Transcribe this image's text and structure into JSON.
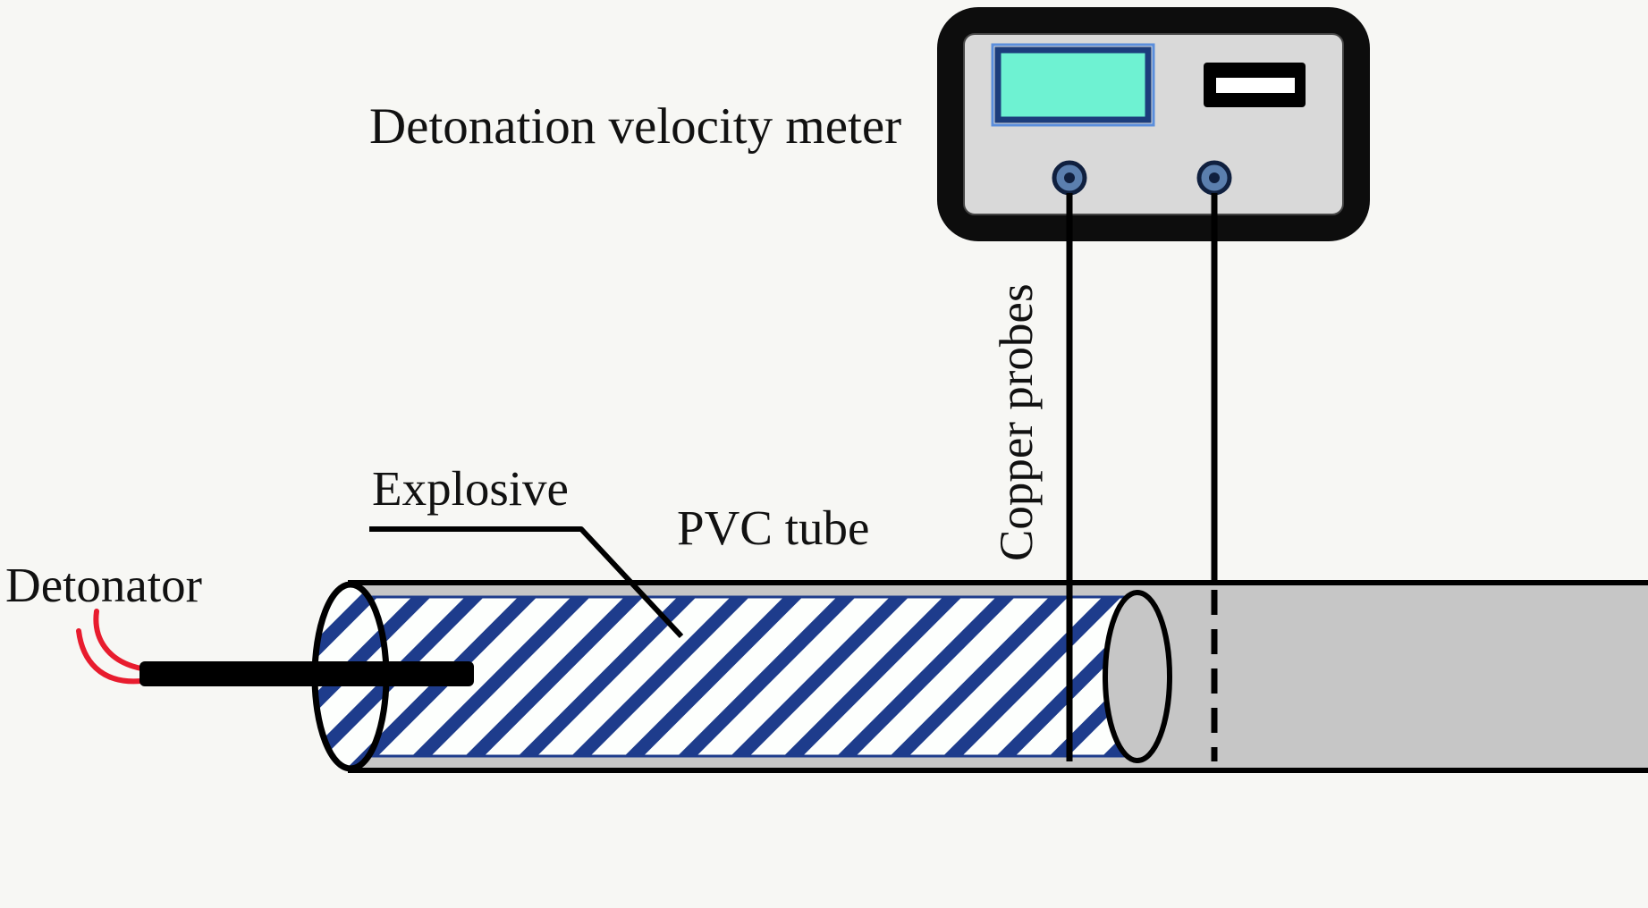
{
  "diagram": {
    "labels": {
      "meter": "Detonation velocity meter",
      "copper_probes": "Copper probes",
      "explosive": "Explosive",
      "pvc_tube": "PVC tube",
      "detonator": "Detonator"
    },
    "colors": {
      "background": "#f7f7f4",
      "ink": "#111111",
      "meter_body": "#0d0d0d",
      "meter_panel": "#d9d9d9",
      "screen_fill": "#6ef2d2",
      "screen_border": "#1c3d7c",
      "screen_outline": "#5b8edc",
      "slot_fill": "#000000",
      "slot_bar": "#ffffff",
      "terminal_fill": "#5b7fae",
      "terminal_ring": "#10203f",
      "tube_fill": "#c6c6c6",
      "outline": "#000000",
      "hatch_stripe": "#1e3c8c",
      "hatch_bg": "#fdfffd",
      "detonator_wire": "#e81c2e"
    }
  }
}
